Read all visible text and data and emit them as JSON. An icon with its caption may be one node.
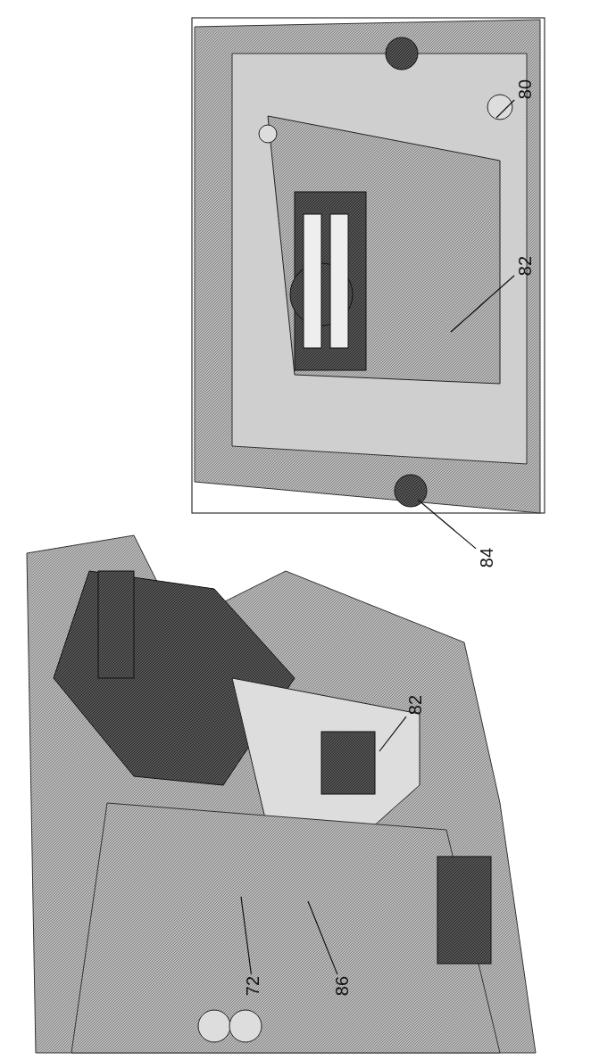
{
  "diagram": {
    "nodes": [
      {
        "text": [
          "80"
        ]
      },
      {
        "text": [
          "82"
        ]
      },
      {
        "text": [
          "84"
        ]
      },
      {
        "text": [
          "82"
        ]
      },
      {
        "text": [
          "86"
        ]
      },
      {
        "text": [
          "72"
        ]
      }
    ],
    "edges": [
      {
        "from": 0,
        "to": null,
        "arrow": "none"
      },
      {
        "from": 1,
        "to": null,
        "arrow": "none"
      },
      {
        "from": 2,
        "to": null,
        "arrow": "none"
      },
      {
        "from": 3,
        "to": null,
        "arrow": "none"
      },
      {
        "from": 4,
        "to": null,
        "arrow": "none"
      },
      {
        "from": 5,
        "to": null,
        "arrow": "none"
      }
    ]
  }
}
